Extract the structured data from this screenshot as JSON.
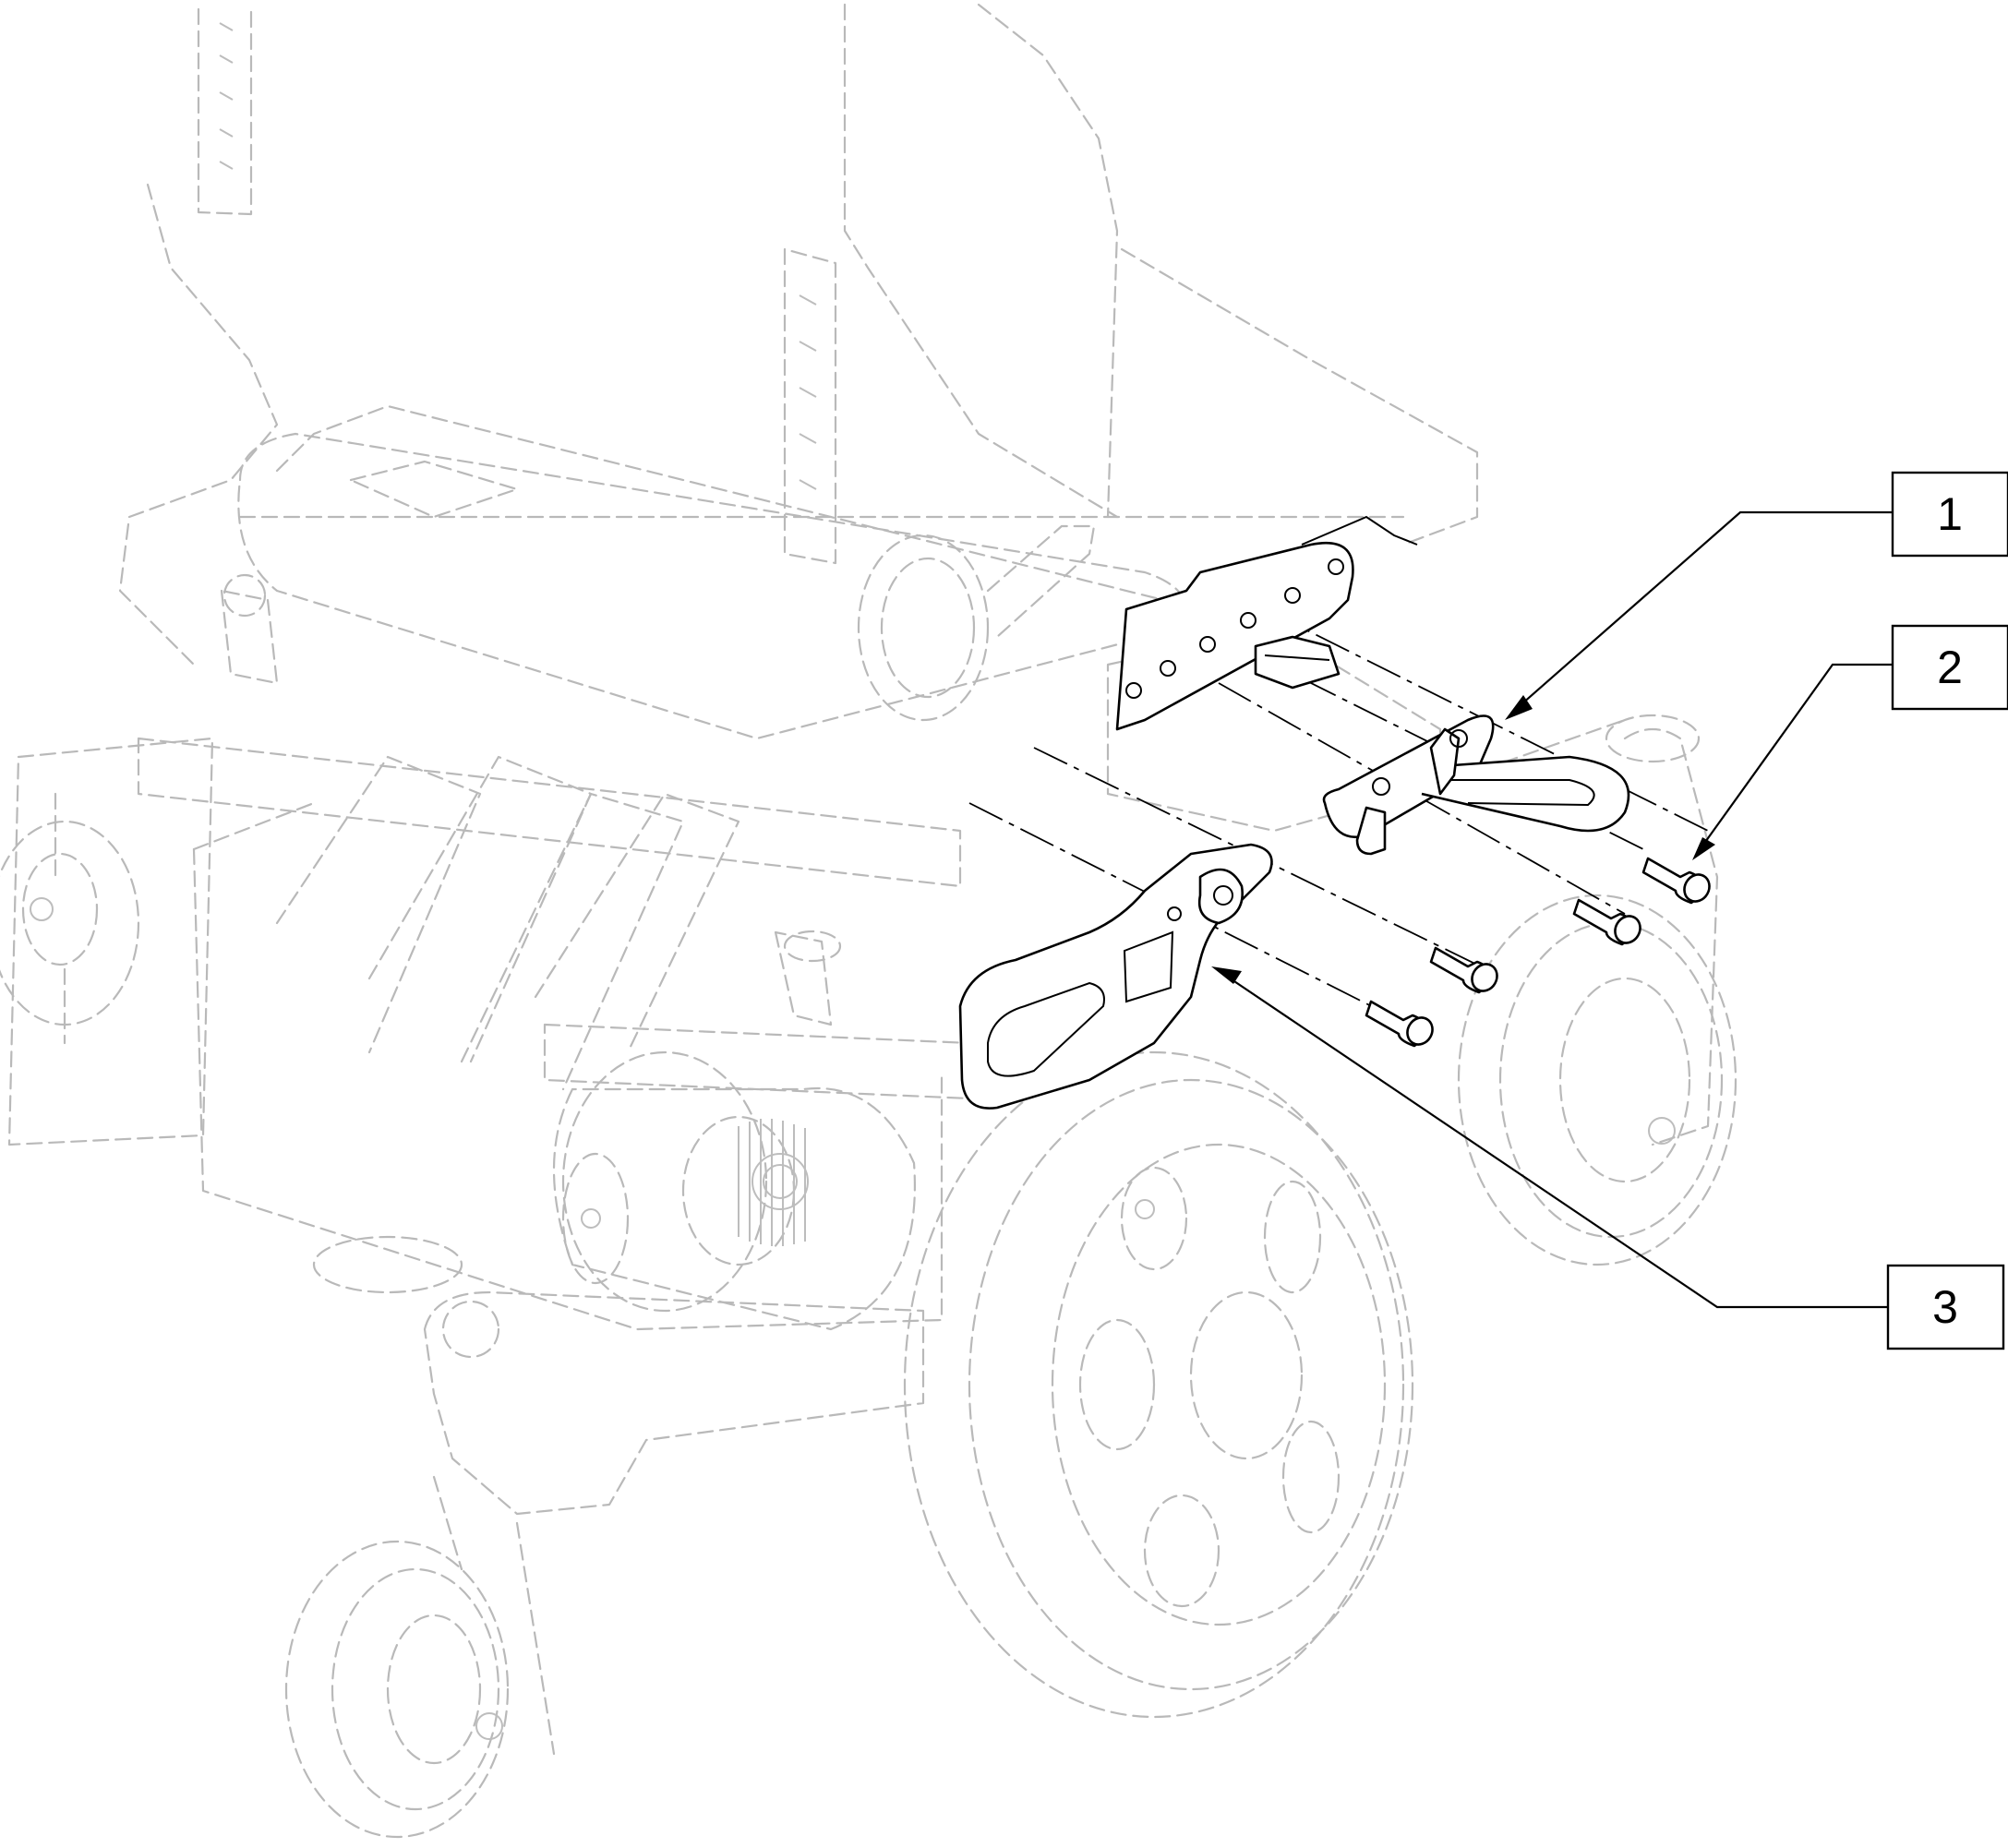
{
  "callouts": [
    {
      "id": "1",
      "label": "1"
    },
    {
      "id": "2",
      "label": "2"
    },
    {
      "id": "3",
      "label": "3"
    }
  ],
  "colors": {
    "ghost_outline": "#b9b9b9",
    "part_outline": "#000000",
    "background": "#ffffff"
  }
}
